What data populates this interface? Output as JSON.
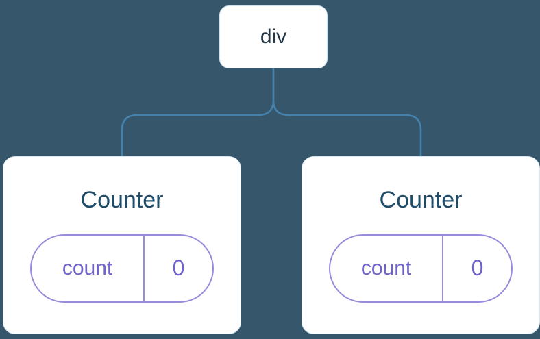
{
  "diagram": {
    "type": "component-tree",
    "root": {
      "label": "div"
    },
    "children": [
      {
        "title": "Counter",
        "state": {
          "key": "count",
          "value": "0"
        }
      },
      {
        "title": "Counter",
        "state": {
          "key": "count",
          "value": "0"
        }
      }
    ],
    "colors": {
      "background": "#35566B",
      "connector": "#4581AD",
      "node_background": "#FFFFFF",
      "node_text": "#233747",
      "title_text": "#1D4D6B",
      "state_accent": "#6F63CE",
      "state_border": "#968CDB"
    }
  }
}
